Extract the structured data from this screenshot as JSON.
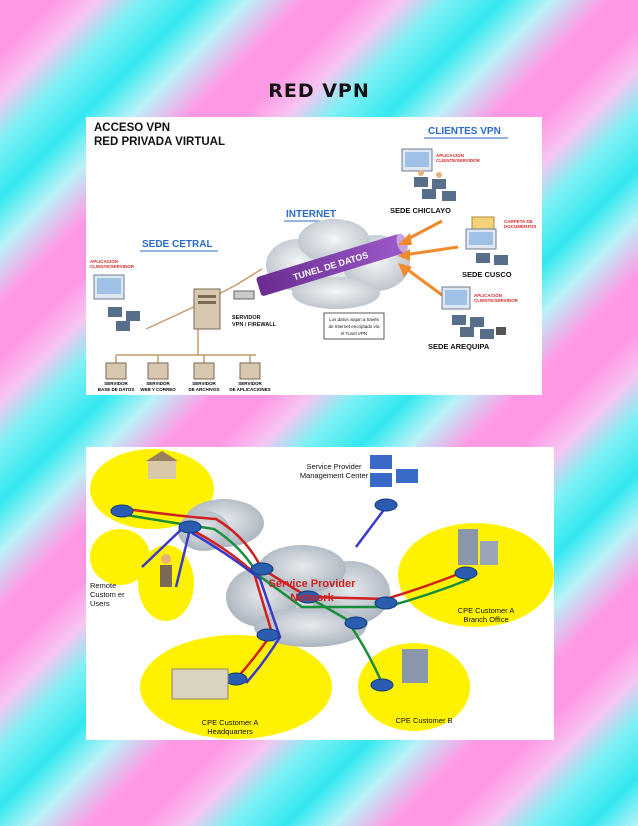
{
  "page_title": "RED VPN",
  "vpn_diagram": {
    "heading_line1": "ACCESO VPN",
    "heading_line2": "RED PRIVADA VIRTUAL",
    "clientes_label": "CLIENTES VPN",
    "internet_label": "INTERNET",
    "sede_central_label": "SEDE CETRAL",
    "tunnel_label": "TUNEL DE DATOS",
    "app_cs_line1": "APLICACIÓN",
    "app_cs_line2": "CLIENTE/SERVIDOR",
    "carpeta_line1": "CARPETA DE",
    "carpeta_line2": "DOCUMENTOS",
    "sede_chiclayo": "SEDE CHICLAYO",
    "sede_cusco": "SEDE CUSCO",
    "sede_arequipa": "SEDE AREQUIPA",
    "vpn_server_line1": "SERVIDOR",
    "vpn_server_line2": "VPN / FIREWALL",
    "note_line1": "Los datos viajan a través",
    "note_line2": "de Internet encriptado vía",
    "note_line3": "el Tunel VPN",
    "servers": [
      {
        "line1": "SERVIDOR",
        "line2": "BASE DE DATOS"
      },
      {
        "line1": "SERVIDOR",
        "line2": "WEB Y CORREO"
      },
      {
        "line1": "SERVIDOR",
        "line2": "DE ARCHIVOS"
      },
      {
        "line1": "SERVIDOR",
        "line2": "DE APLICACIONES"
      }
    ]
  },
  "sp_diagram": {
    "mgmt_line1": "Service Provider",
    "mgmt_line2": "Management Center",
    "cloud_line1": "Service Provider",
    "cloud_line2": "Network",
    "remote_line1": "Remote",
    "remote_line2": "Custom er",
    "remote_line3": "Users",
    "cpe_a_branch_line1": "CPE Customer A",
    "cpe_a_branch_line2": "Branch Office",
    "cpe_a_hq_line1": "CPE Customer A",
    "cpe_a_hq_line2": "Headquarters",
    "cpe_b_label": "CPE Customer B"
  }
}
